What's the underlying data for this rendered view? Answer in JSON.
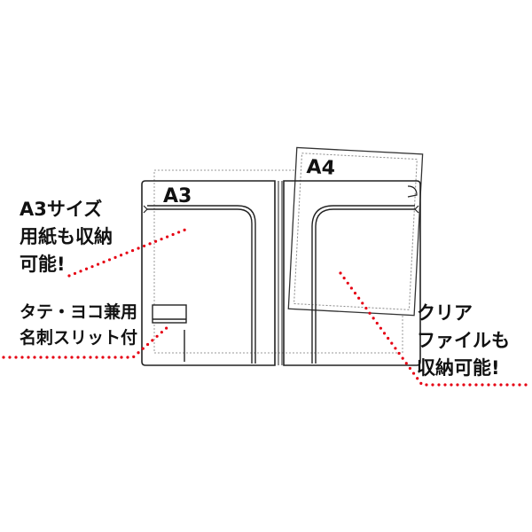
{
  "labels": {
    "a3_paper": "A3",
    "a4_paper": "A4"
  },
  "callouts": {
    "a3_storage": [
      "A3サイズ",
      "用紙も収納",
      "可能!"
    ],
    "card_slit": [
      "タテ・ヨコ兼用",
      "名刺スリット付"
    ],
    "clear_file": [
      "クリア",
      "ファイルも",
      "収納可能!"
    ]
  },
  "colors": {
    "accent": "#e60012",
    "outline": "#222222",
    "paper": "#999999"
  }
}
